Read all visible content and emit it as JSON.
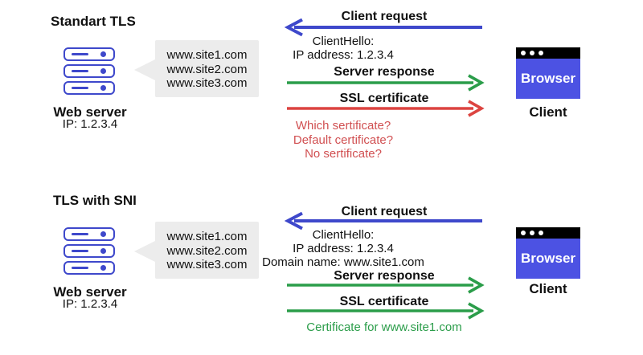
{
  "colors": {
    "arrow_blue": "#3e48cb",
    "browser_blue": "#4c52e3",
    "green": "#2b9d4a",
    "green_text": "#2b9d4a",
    "red": "#dc4440",
    "red_text": "#d15052",
    "bubble_bg": "#ececec",
    "ink": "#111111"
  },
  "sections": [
    {
      "title": "Standart TLS",
      "server": {
        "label": "Web server",
        "ip": "IP: 1.2.3.4",
        "sites": [
          "www.site1.com",
          "www.site2.com",
          "www.site3.com"
        ]
      },
      "messages": {
        "client_request_label": "Client request",
        "hello": [
          "ClientHello:",
          "IP address: 1.2.3.4"
        ],
        "server_response_label": "Server response",
        "ssl_certificate_label": "SSL certificate",
        "outcome": [
          "Which sertificate?",
          "Default certificate?",
          "No sertificate?"
        ]
      },
      "client": {
        "browser_label": "Browser",
        "label": "Client"
      }
    },
    {
      "title": "TLS with SNI",
      "server": {
        "label": "Web server",
        "ip": "IP: 1.2.3.4",
        "sites": [
          "www.site1.com",
          "www.site2.com",
          "www.site3.com"
        ]
      },
      "messages": {
        "client_request_label": "Client request",
        "hello": [
          "ClientHello:",
          "IP address: 1.2.3.4",
          "Domain name: www.site1.com"
        ],
        "server_response_label": "Server response",
        "ssl_certificate_label": "SSL certificate",
        "outcome": [
          "Certificate for www.site1.com"
        ]
      },
      "client": {
        "browser_label": "Browser",
        "label": "Client"
      }
    }
  ]
}
